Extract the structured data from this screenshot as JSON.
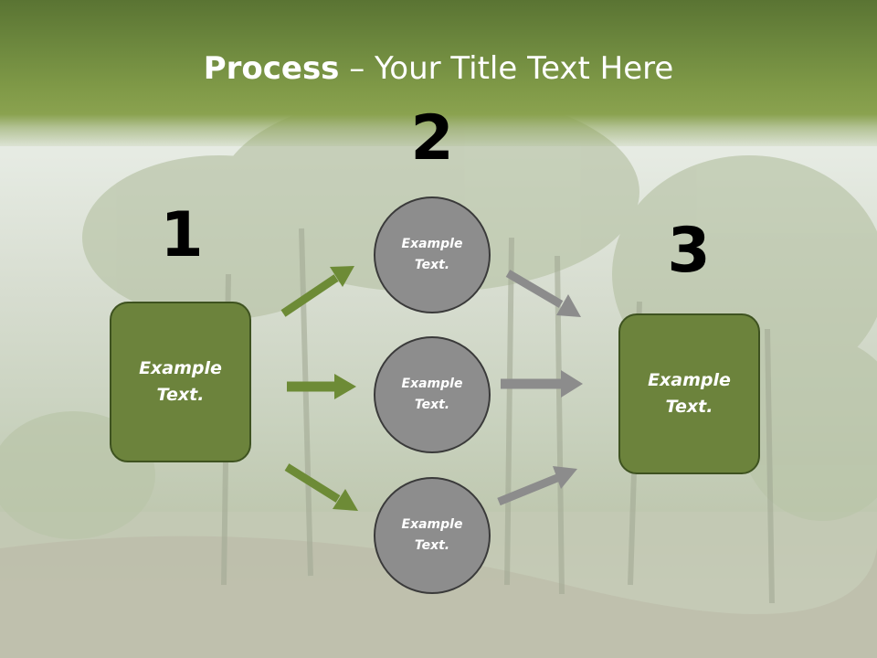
{
  "title": {
    "bold": "Process",
    "rest": " – Your Title Text Here"
  },
  "steps": [
    {
      "number": "1",
      "box_text": "Example\nText."
    },
    {
      "number": "2",
      "circles": [
        "Example\nText.",
        "Example\nText.",
        "Example\nText."
      ]
    },
    {
      "number": "3",
      "box_text": "Example\nText."
    }
  ],
  "colors": {
    "header_green": "#6f8a3f",
    "box_green": "#6c833c",
    "circle_gray": "#8d8d8d",
    "arrow_green": "#6d8b36",
    "arrow_gray": "#8c8c8c"
  }
}
